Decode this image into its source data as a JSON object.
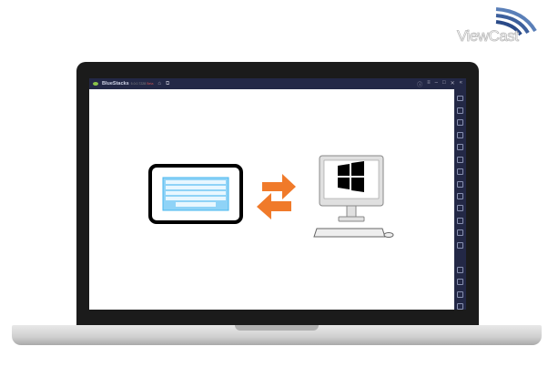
{
  "watermark": {
    "text": "ViewCast"
  },
  "window": {
    "app_name": "BlueStacks",
    "version": "5.0.0.7228",
    "channel": "Beta"
  },
  "titlebar_icons": [
    "home-icon",
    "multi-instance-icon"
  ],
  "window_controls": [
    "help-icon",
    "menu-icon",
    "minimize-icon",
    "maximize-icon",
    "close-icon",
    "collapse-icon"
  ],
  "sidebar_icons": [
    "fullscreen-icon",
    "volume-up-icon",
    "volume-down-icon",
    "video-icon",
    "lock-icon",
    "rotate-icon",
    "shake-icon",
    "macro-icon",
    "screenshot-icon",
    "folder-icon",
    "multi-icon",
    "layers-icon",
    "eco-icon",
    "settings-icon",
    "back-icon",
    "home-icon",
    "recents-icon"
  ],
  "colors": {
    "titlebar": "#232846",
    "arrow": "#f07a2a",
    "keyboard": "#8fd3f7"
  }
}
